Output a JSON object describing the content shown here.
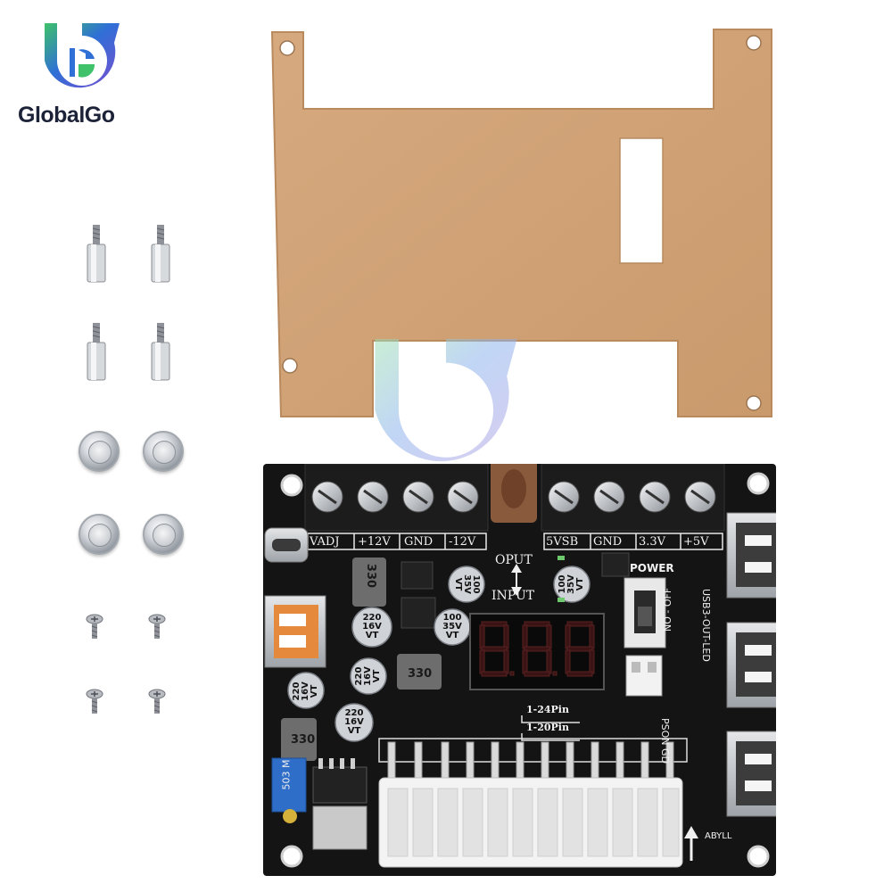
{
  "brand": {
    "name": "GlobalGo",
    "color_blue": "#2f6fd6",
    "color_purple": "#7b4fd0",
    "color_green": "#3fc26a"
  },
  "board": {
    "terminal_labels": [
      "VADJ",
      "+12V",
      "GND",
      "-12V",
      "5VSB",
      "GND",
      "3.3V",
      "+5V"
    ],
    "oput_label": "OPUT",
    "input_label": "INPUT",
    "power_label": "POWER",
    "switch_label": "NO - OFF",
    "pson_label": "PSON GD",
    "usb_label": "USB3-OUT-LED",
    "pin24_label": "1-24Pin",
    "pin20_label": "1-20Pin",
    "corner_label": "ABYLL",
    "inductor_label": "330",
    "pot_label": "503 M",
    "display_digits": "8.8.8",
    "capacitors": [
      {
        "lines": [
          "100",
          "35V",
          "VT"
        ]
      },
      {
        "lines": [
          "100",
          "35V",
          "VT"
        ]
      },
      {
        "lines": [
          "220",
          "16V",
          "VT"
        ]
      },
      {
        "lines": [
          "100",
          "35V",
          "VT"
        ]
      },
      {
        "lines": [
          "220",
          "16V",
          "VT"
        ]
      },
      {
        "lines": [
          "220",
          "16V",
          "VT"
        ]
      },
      {
        "lines": [
          "220",
          "16V",
          "VT"
        ]
      }
    ]
  },
  "parts": {
    "standoff_count": 4,
    "magnet_count": 4,
    "screw_count": 4
  }
}
